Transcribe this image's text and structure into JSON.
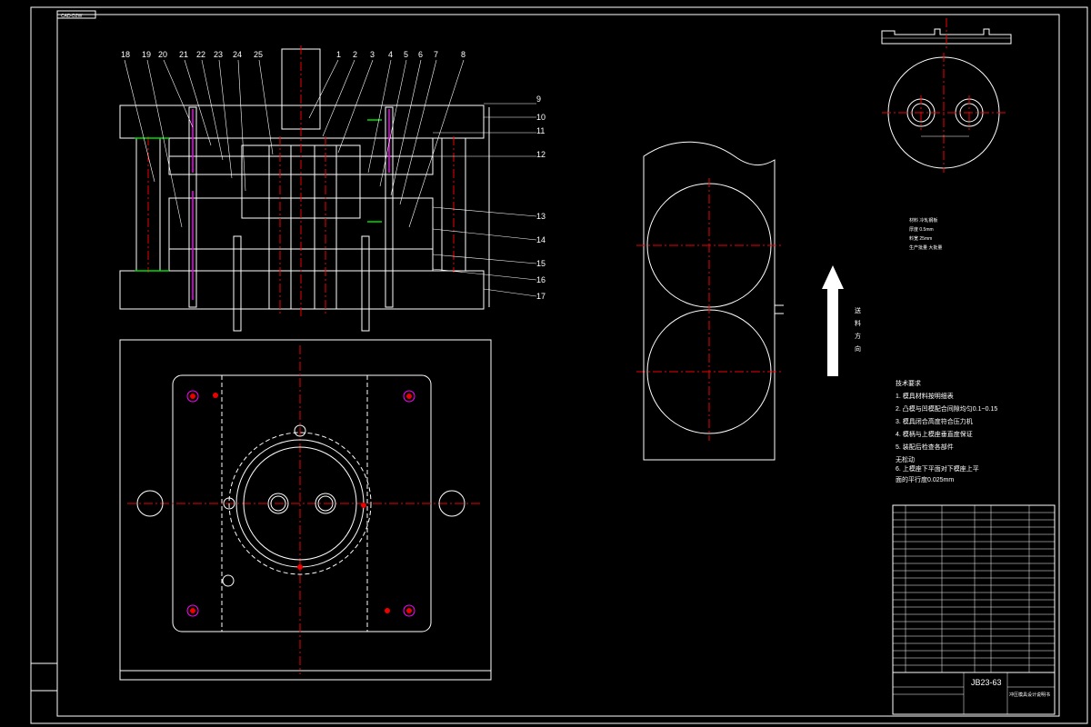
{
  "title_tab": "CAD-D2W",
  "part_numbers": [
    "1",
    "2",
    "3",
    "4",
    "5",
    "6",
    "7",
    "8",
    "9",
    "10",
    "11",
    "12",
    "13",
    "14",
    "15",
    "16",
    "17",
    "18",
    "19",
    "20",
    "21",
    "22",
    "23",
    "24",
    "25"
  ],
  "direction_text": [
    "送",
    "料",
    "方",
    "向"
  ],
  "notes": {
    "lines": [
      "技术要求",
      "1. 模具材料按明细表",
      "2. 凸模与凹模配合间隙均匀0.1~0.15",
      "3. 模具闭合高度符合压力机",
      "4. 模柄与上模座垂直度保证",
      "5. 装配后检查各部件",
      "   无松动",
      "6. 上模座下平面对下模座上平",
      "面的平行度0.025mm"
    ]
  },
  "material_note": [
    "材料 冷轧钢板",
    "厚度 0.5mm",
    "料宽 25mm",
    "生产批量 大批量"
  ],
  "title_block": {
    "standard": "JB23-63",
    "company": "冲压模具设计说明书"
  },
  "colors": {
    "background": "#000000",
    "line": "#ffffff",
    "centerline": "#e00000",
    "dimension": "#00d000",
    "highlight": "#ff00ff"
  }
}
